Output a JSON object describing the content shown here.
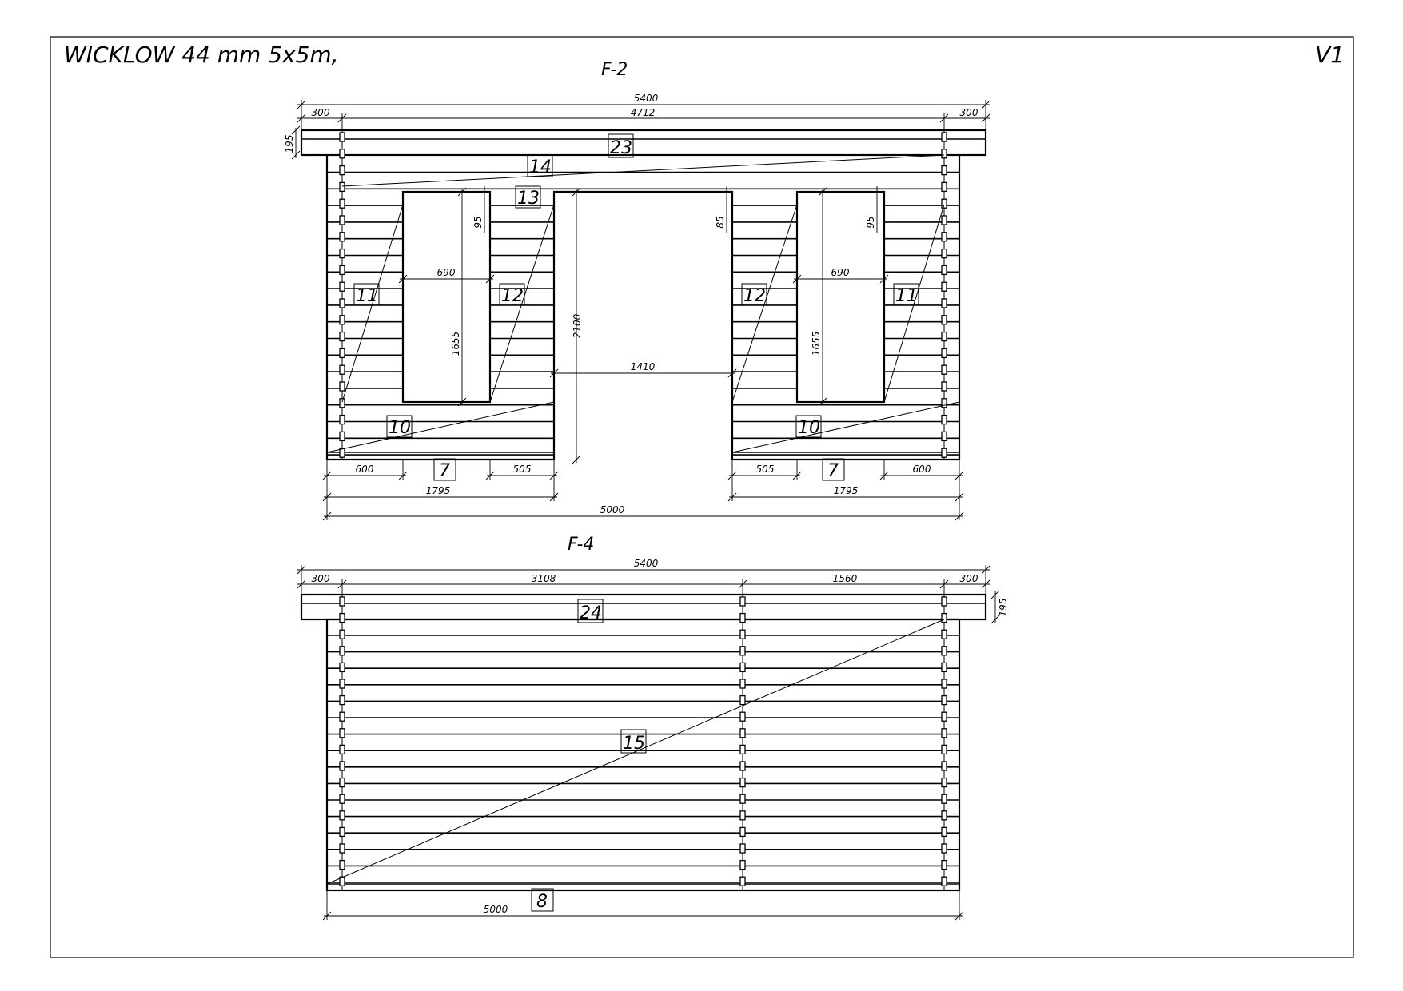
{
  "header": {
    "title": "WICKLOW 44 mm 5x5m,",
    "version": "V1"
  },
  "f2": {
    "title": "F-2",
    "dims": {
      "overall": "5400",
      "overhang_left": "300",
      "overhang_right": "300",
      "inner": "4712",
      "fascia_height": "195",
      "window_left_width": "690",
      "window_right_width": "690",
      "window_left_height": "1655",
      "window_right_height": "1655",
      "window_left_top": "95",
      "window_right_top": "95",
      "door_height": "2100",
      "door_top": "85",
      "door_width": "1410",
      "left_pier": "600",
      "left_jamb": "505",
      "right_jamb": "505",
      "right_pier": "600",
      "left_section": "1795",
      "right_section": "1795",
      "wall": "5000"
    },
    "tags": {
      "fascia": "23",
      "lintel_wide": "14",
      "lintel_door": "13",
      "pier_left_outer": "11",
      "pier_left_inner": "12",
      "pier_right_inner": "12",
      "pier_right_outer": "11",
      "sill_left": "10",
      "sill_right": "10",
      "base_left": "7",
      "base_right": "7"
    }
  },
  "f4": {
    "title": "F-4",
    "dims": {
      "overall": "5400",
      "overhang_left": "300",
      "overhang_right": "300",
      "span_left": "3108",
      "span_right": "1560",
      "fascia_height": "195",
      "wall": "5000"
    },
    "tags": {
      "fascia": "24",
      "wall": "15",
      "base": "8"
    }
  }
}
